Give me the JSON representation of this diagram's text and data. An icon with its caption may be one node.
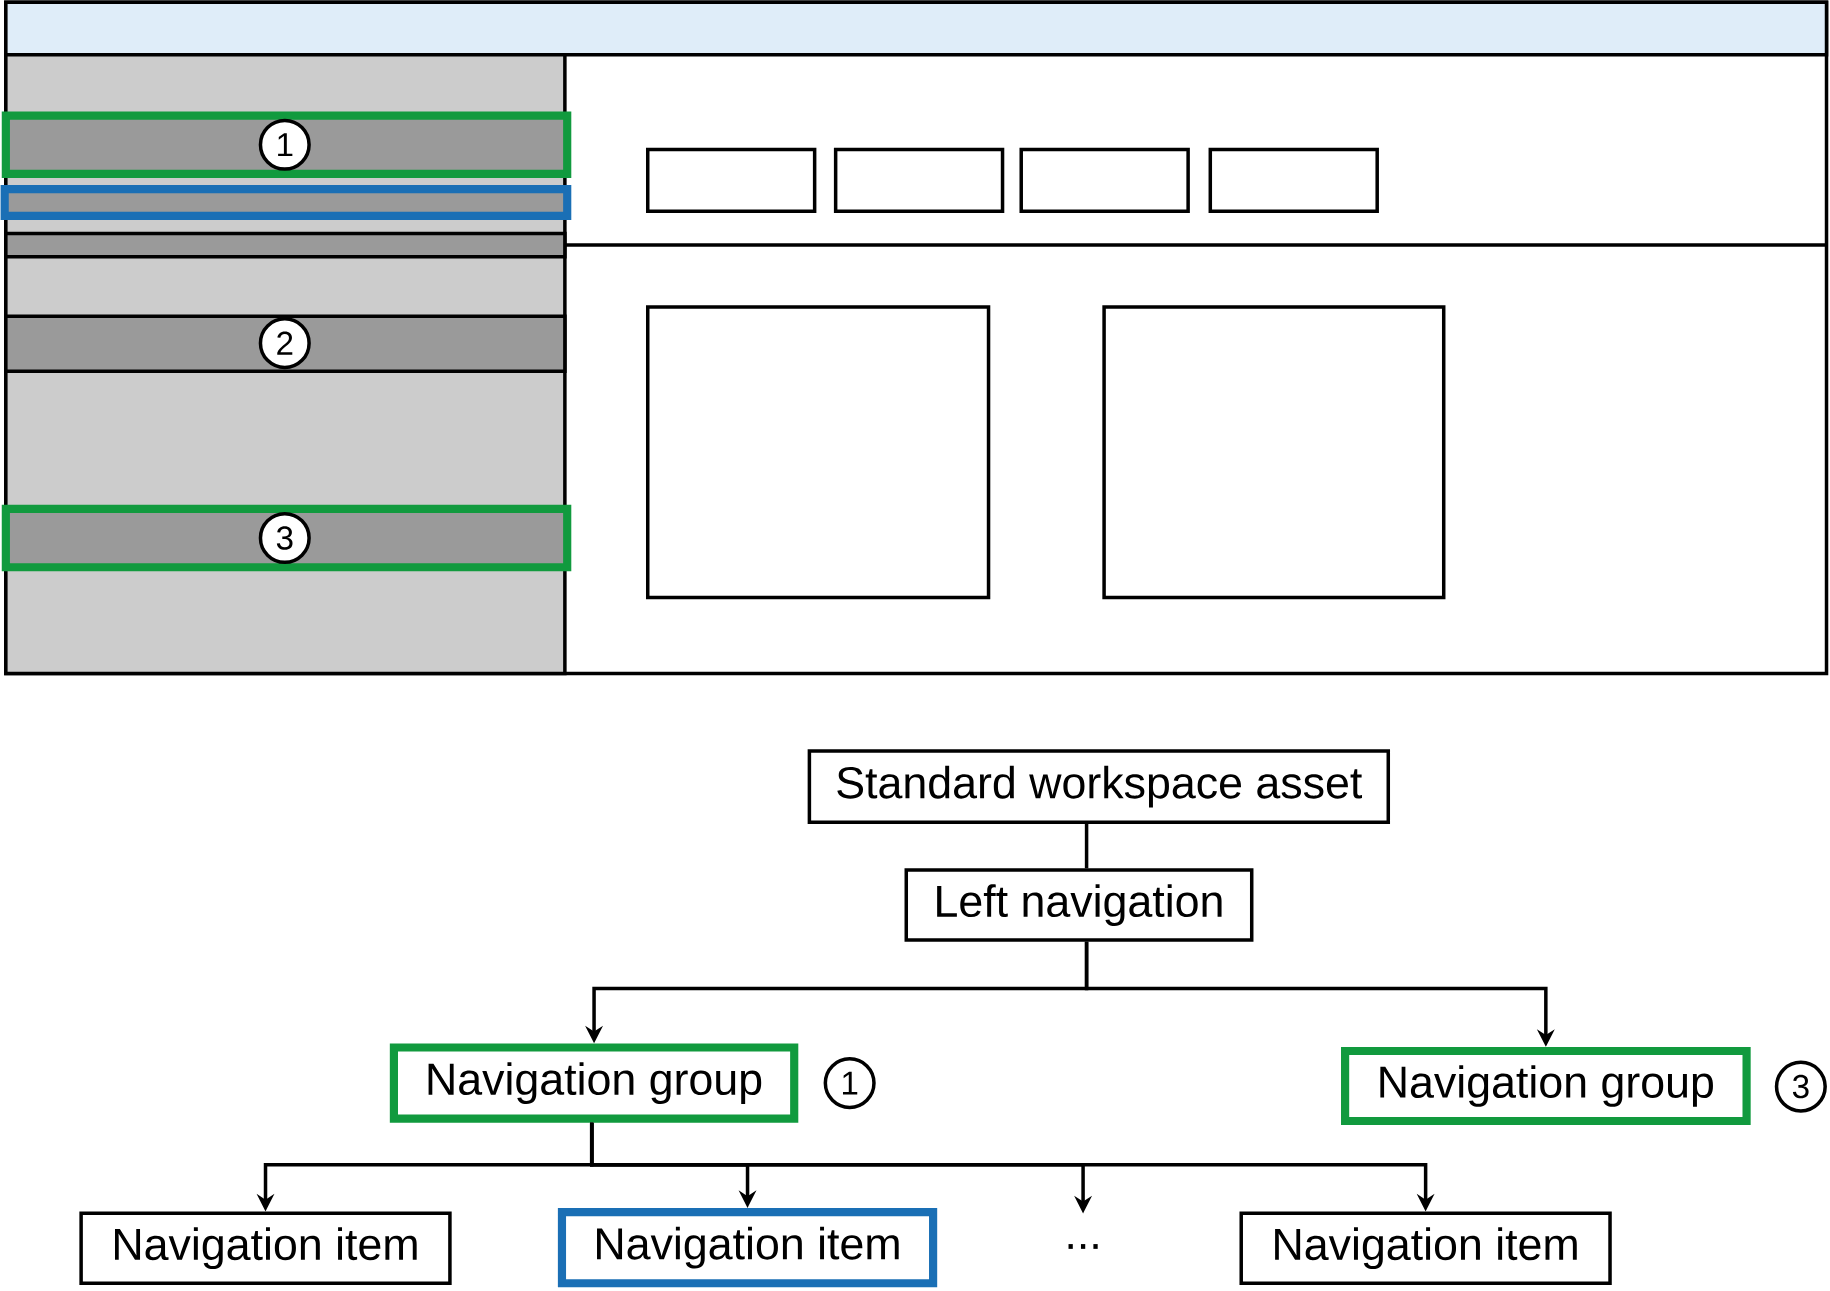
{
  "diagram": {
    "nodes": [
      {
        "text": [
          "Standard workspace asset"
        ]
      },
      {
        "text": [
          "Left navigation"
        ]
      },
      {
        "text": [
          "Navigation group"
        ],
        "beside": [
          "1"
        ]
      },
      {
        "text": [
          "Navigation group"
        ],
        "beside": [
          "3"
        ]
      },
      {
        "text": [
          "Navigation item"
        ]
      },
      {
        "text": [
          "Navigation item"
        ]
      },
      {
        "text": [
          "..."
        ]
      },
      {
        "text": [
          "Navigation item"
        ]
      }
    ],
    "edges": [
      {
        "from": 0,
        "to": 1,
        "arrow": "none"
      },
      {
        "from": 1,
        "to": 2,
        "arrow": "to"
      },
      {
        "from": 1,
        "to": 3,
        "arrow": "to"
      },
      {
        "from": 2,
        "to": 4,
        "arrow": "to"
      },
      {
        "from": 2,
        "to": 5,
        "arrow": "to"
      },
      {
        "from": 2,
        "to": 6,
        "arrow": "to"
      },
      {
        "from": 2,
        "to": 7,
        "arrow": "to"
      }
    ],
    "labels": [
      "1",
      "2",
      "3"
    ]
  }
}
